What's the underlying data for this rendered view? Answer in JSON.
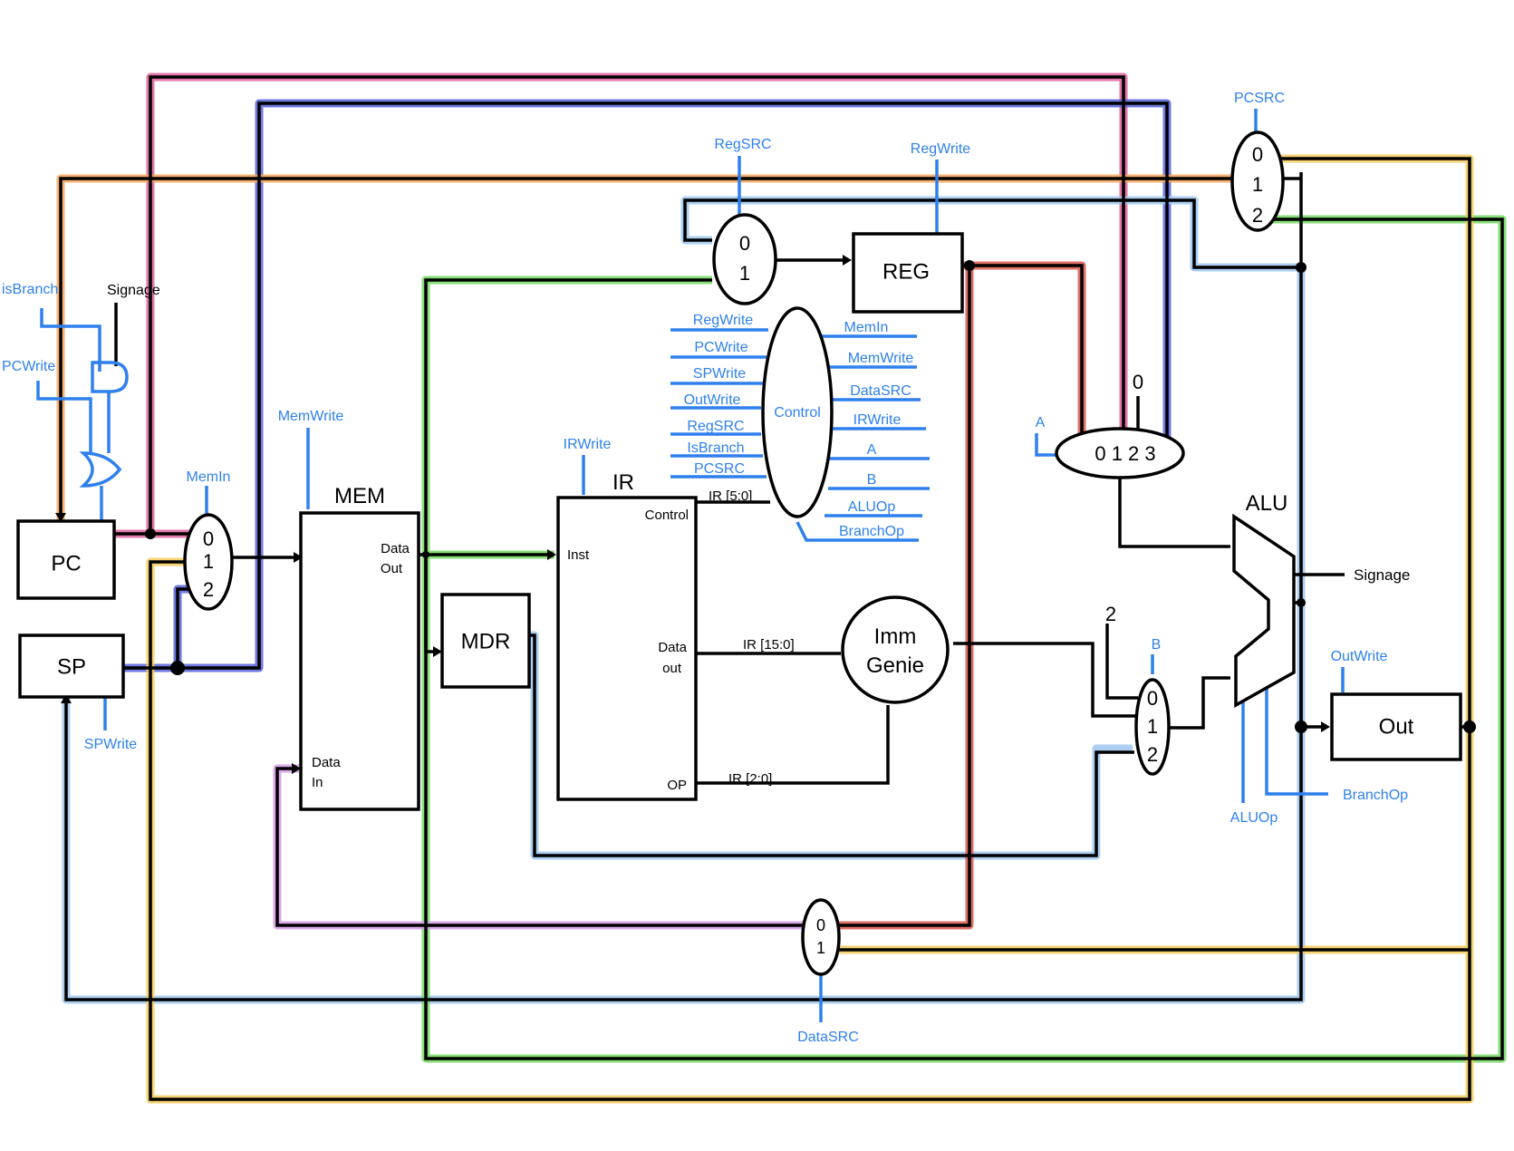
{
  "blocks": {
    "pc": "PC",
    "sp": "SP",
    "mem": "MEM",
    "mdr": "MDR",
    "ir": "IR",
    "reg": "REG",
    "control": "Control",
    "imm": [
      "Imm",
      "Genie"
    ],
    "alu": "ALU",
    "out": "Out"
  },
  "ports": {
    "mem_data_out": [
      "Data",
      "Out"
    ],
    "mem_data_in": [
      "Data",
      "In"
    ],
    "ir_control": "Control",
    "ir_inst": "Inst",
    "ir_data_out": [
      "Data",
      "out"
    ],
    "ir_op": "OP"
  },
  "bus_labels": {
    "ir_5_0": "IR [5:0]",
    "ir_15_0": "IR [15:0]",
    "ir_2_0": "IR [2:0]"
  },
  "mux_inputs": {
    "mem_mux": [
      "0",
      "1",
      "2"
    ],
    "regsrc_mux": [
      "0",
      "1"
    ],
    "pcsrc_mux": [
      "0",
      "1",
      "2"
    ],
    "a_mux": "0 1 2 3",
    "b_mux": [
      "0",
      "1",
      "2"
    ],
    "datasrc_mux": [
      "0",
      "1"
    ]
  },
  "constants": {
    "a_mux_const": "0",
    "b_mux_const": "2"
  },
  "control_in": [
    "RegWrite",
    "PCWrite",
    "SPWrite",
    "OutWrite",
    "RegSRC",
    "IsBranch",
    "PCSRC"
  ],
  "control_out": [
    "MemIn",
    "MemWrite",
    "DataSRC",
    "IRWrite",
    "A",
    "B",
    "ALUOp",
    "BranchOp"
  ],
  "signals": {
    "is_branch": "isBranch",
    "pc_write": "PCWrite",
    "signage_in": "Signage",
    "mem_in": "MemIn",
    "mem_write": "MemWrite",
    "ir_write": "IRWrite",
    "reg_src": "RegSRC",
    "reg_write": "RegWrite",
    "pc_src": "PCSRC",
    "a_sel": "A",
    "b_sel": "B",
    "sp_write": "SPWrite",
    "data_src": "DataSRC",
    "alu_op": "ALUOp",
    "branch_op": "BranchOp",
    "out_write": "OutWrite",
    "signage_out": "Signage"
  },
  "colors": {
    "pink": "#dd5f9a",
    "purple": "#5560d8",
    "orange": "#f2a55a",
    "light_blue": "#9fc7ef",
    "green": "#73d862",
    "red": "#d9574d",
    "yellow": "#f5cb5a",
    "violet": "#d39be6",
    "signal_blue": "#2f80ed"
  }
}
